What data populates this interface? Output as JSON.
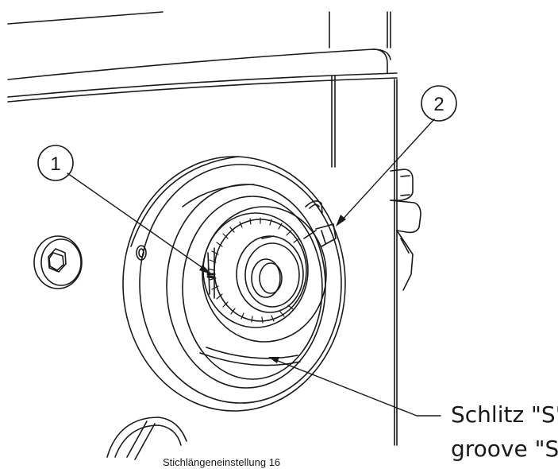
{
  "callouts": {
    "one": "1",
    "two": "2"
  },
  "labels": {
    "german": "Schlitz \"S\"",
    "english": "groove \"S\""
  },
  "caption": "Stichlängeneinstellung  16",
  "colors": {
    "line": "#1a1a1a",
    "background": "#ffffff"
  }
}
